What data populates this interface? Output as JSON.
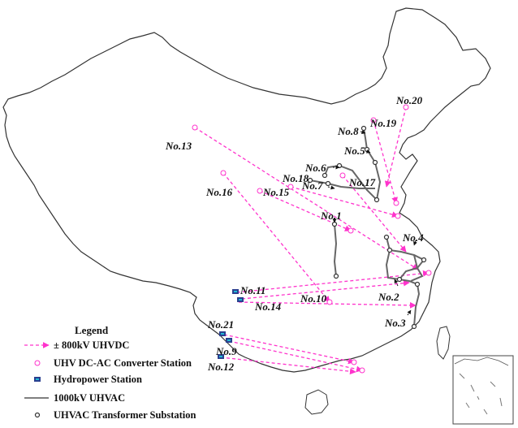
{
  "colors": {
    "uhvdc": "#ff33cc",
    "uhvac": "#555555",
    "border": "#333333",
    "hydro_fill": "#2a3f8f",
    "hydro_accent": "#21b8d6"
  },
  "labels": {
    "no1": "No.1",
    "no2": "No.2",
    "no3": "No.3",
    "no4": "No.4",
    "no5": "No.5",
    "no6": "No.6",
    "no7": "No.7",
    "no8": "No.8",
    "no9": "No.9",
    "no10": "No.10",
    "no11": "No.11",
    "no12": "No.12",
    "no13": "No.13",
    "no14": "No.14",
    "no15": "No.15",
    "no16": "No.16",
    "no17": "No.17",
    "no18": "No.18",
    "no19": "No.19",
    "no20": "No.20",
    "no21": "No.21"
  },
  "legend": {
    "title": "Legend",
    "uhvdc": "± 800kV UHVDC",
    "converter": "UHV DC-AC Converter Station",
    "hydro": "Hydropower Station",
    "uhvac": "1000kV UHVAC",
    "substation": "UHVAC Transformer Substation"
  }
}
